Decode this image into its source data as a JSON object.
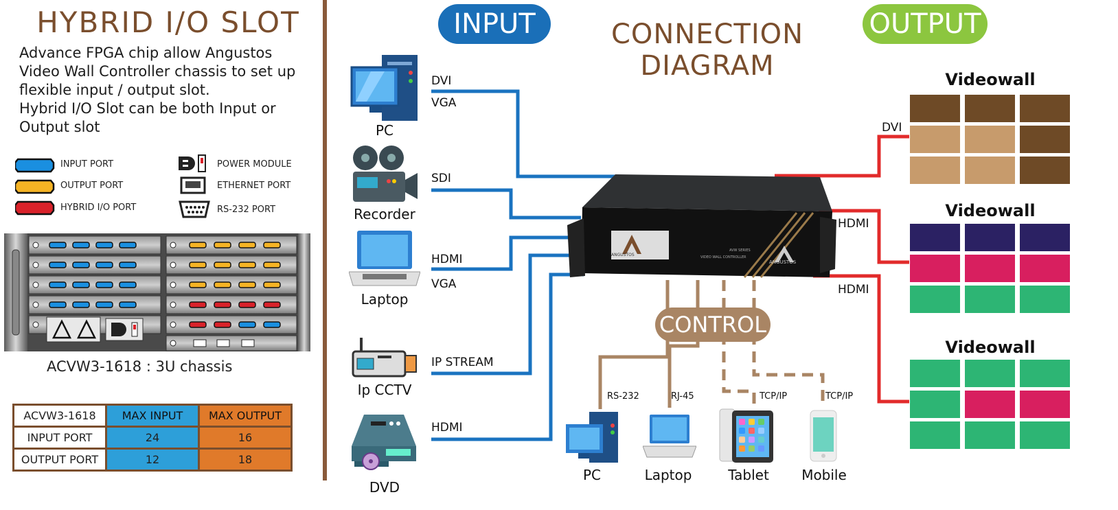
{
  "left": {
    "title": "HYBRID I/O SLOT",
    "description": [
      "Advance FPGA chip allow Angustos",
      "Video Wall Controller chassis to set up",
      "flexible input / output slot.",
      "Hybrid I/O Slot can be both Input or",
      "Output slot"
    ],
    "legend": {
      "input_port": "INPUT PORT",
      "output_port": "OUTPUT PORT",
      "hybrid_port": "HYBRID I/O PORT",
      "power_module": "POWER MODULE",
      "ethernet_port": "ETHERNET PORT",
      "rs232_port": "RS-232 PORT"
    },
    "chassis_caption": "ACVW3-1618 : 3U chassis",
    "spec_table": {
      "header": [
        "ACVW3-1618",
        "MAX INPUT",
        "MAX OUTPUT"
      ],
      "rows": [
        [
          "INPUT PORT",
          "24",
          "16"
        ],
        [
          "OUTPUT PORT",
          "12",
          "18"
        ]
      ]
    }
  },
  "diagram": {
    "input_label": "INPUT",
    "title_line1": "CONNECTION",
    "title_line2": "DIAGRAM",
    "output_label": "OUTPUT",
    "control_label": "CONTROL",
    "inputs": {
      "pc": "PC",
      "recorder": "Recorder",
      "laptop": "Laptop",
      "ipcctv": "Ip CCTV",
      "dvd": "DVD"
    },
    "input_signals": {
      "dvi": "DVI",
      "vga1": "VGA",
      "sdi": "SDI",
      "hdmi1": "HDMI",
      "vga2": "VGA",
      "ipstream": "IP STREAM",
      "hdmi2": "HDMI"
    },
    "output_signals": {
      "dvi": "DVI",
      "hdmi1": "HDMI",
      "hdmi2": "HDMI"
    },
    "videowall_title": "Videowall",
    "controller_brand": "ANGUSTOS",
    "controller_series": "AVW SERIES",
    "controller_subtitle": "VIDEO WALL CONTROLLER",
    "control_devices": {
      "pc": "PC",
      "laptop": "Laptop",
      "tablet": "Tablet",
      "mobile": "Mobile"
    },
    "control_links": {
      "rs232": "RS-232",
      "rj45": "RJ-45",
      "tcpip1": "TCP/IP",
      "tcpip2": "TCP/IP"
    }
  },
  "colors": {
    "brown": "#7a4e2d",
    "input_blue": "#1a6fb8",
    "output_green": "#8cc63f",
    "line_blue": "#1a73c0",
    "line_red": "#e22b2b",
    "control_tan": "#a98564",
    "wall_dark_brown": "#6e4a26",
    "wall_tan": "#c79b6c",
    "wall_navy": "#2b2163",
    "wall_pink": "#d81f5f",
    "wall_green": "#2db574"
  }
}
